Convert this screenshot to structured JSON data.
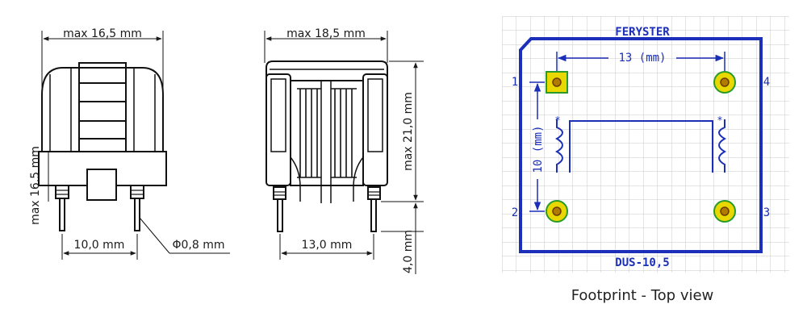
{
  "front_view": {
    "width_label": "max 16,5 mm",
    "height_label": "max 16.5 mm",
    "pitch_label": "10,0 mm",
    "pin_label": "Φ0,8 mm"
  },
  "side_view": {
    "width_label": "max 18,5 mm",
    "height_label": "max 21,0 mm",
    "pitch_label": "13,0 mm",
    "lead_label": "4,0 mm"
  },
  "footprint": {
    "brand": "FERYSTER",
    "part": "DUS-10,5",
    "h_spacing": "13 (mm)",
    "v_spacing": "10 (mm)",
    "pins": [
      "1",
      "2",
      "3",
      "4"
    ],
    "caption": "Footprint - Top view",
    "colors": {
      "outline": "#1b2fb8",
      "pad": "#e8d800",
      "pad_ring": "#2a9a2a",
      "grid": "#c9c9c9"
    }
  }
}
